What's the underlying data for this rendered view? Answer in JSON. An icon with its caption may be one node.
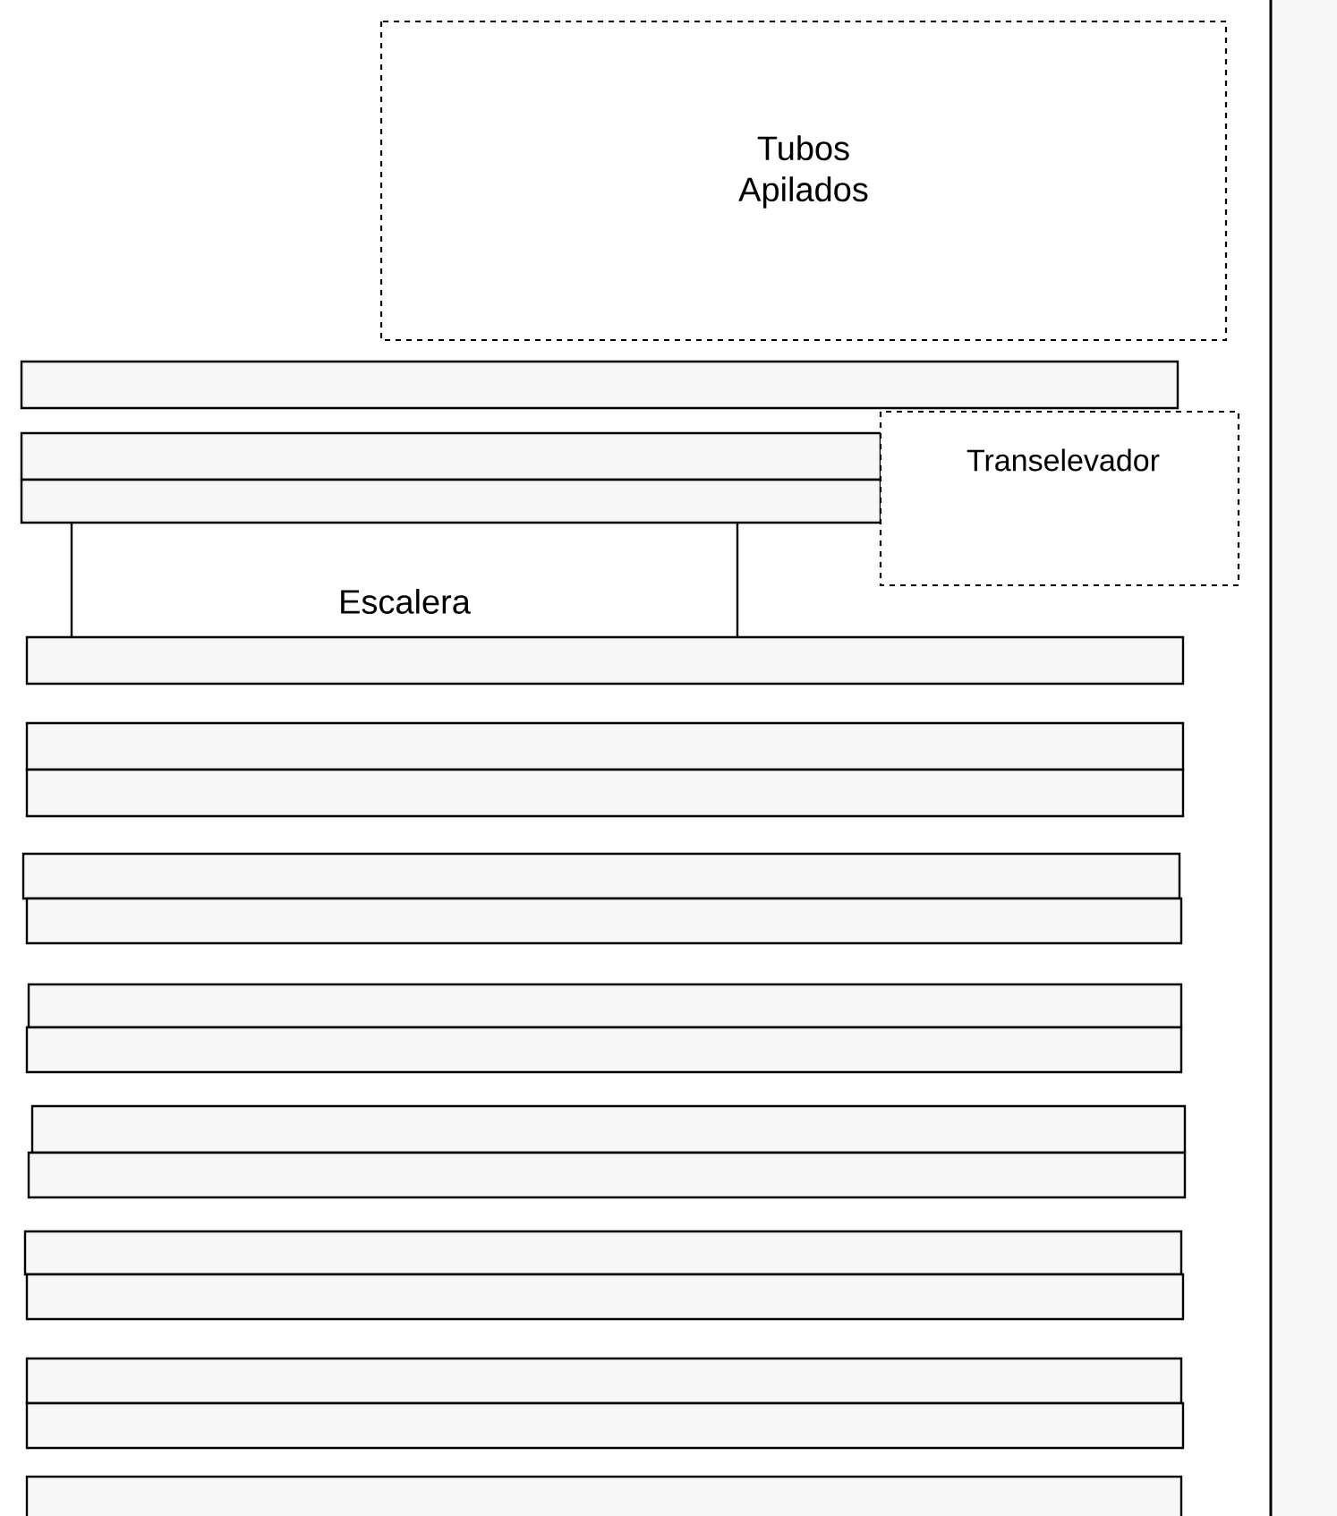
{
  "diagram": {
    "nodes": [
      {
        "text": [
          "Tubos Apilados"
        ]
      },
      {
        "text": [
          "Transelevador"
        ]
      },
      {
        "text": [
          "Escalera"
        ]
      }
    ]
  }
}
